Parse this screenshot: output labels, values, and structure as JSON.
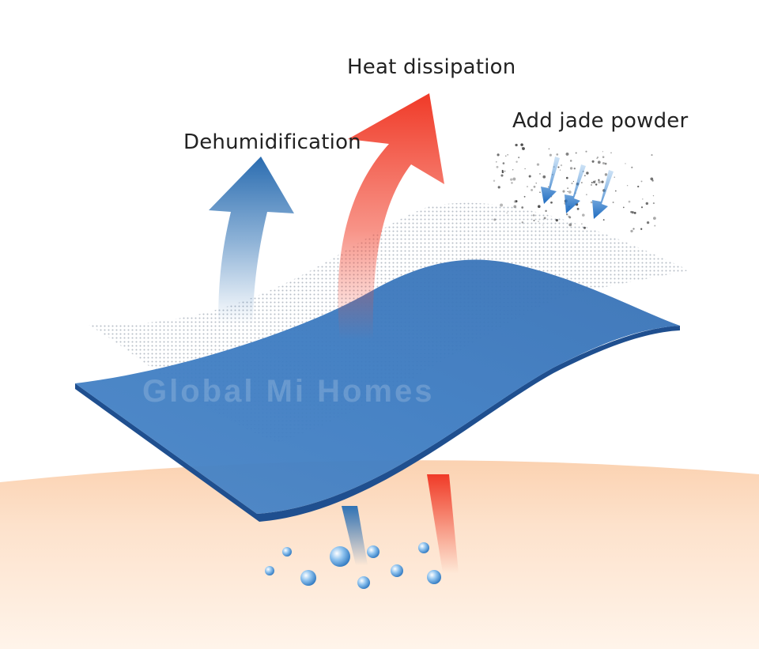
{
  "labels": {
    "heat_dissipation": "Heat dissipation",
    "dehumidification": "Dehumidification",
    "add_jade_powder": "Add jade powder"
  },
  "watermark": "Global Mi Homes",
  "colors": {
    "heat_arrow": "#f2402e",
    "moisture_arrow": "#2f72b5",
    "sheet_blue": "#3a78bf",
    "sheet_edge": "#1f4f8f",
    "skin": "#fbd9bf",
    "mesh_dots": "#b5bcc6",
    "jade_particles": "#3a3a3a"
  },
  "icons": [
    "moisture-droplet-icon",
    "jade-powder-arrow-icon"
  ]
}
